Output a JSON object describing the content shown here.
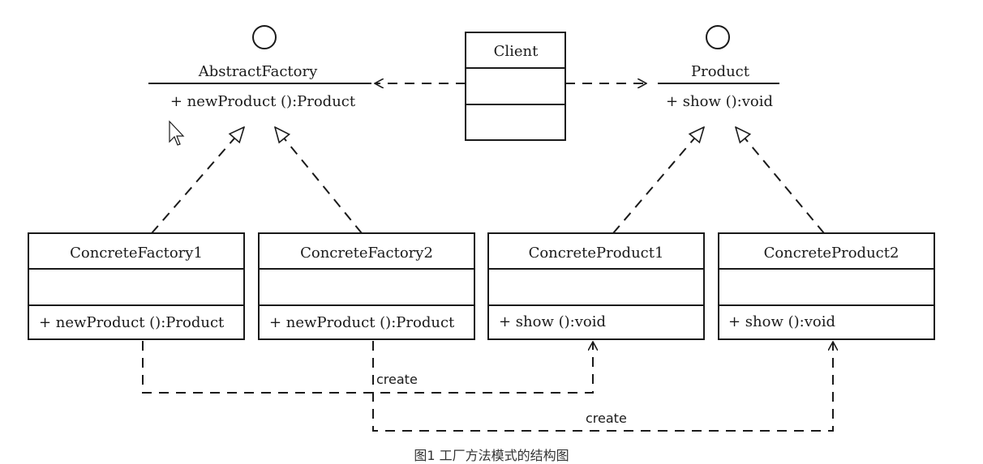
{
  "interfaces": {
    "abstract_factory": {
      "name": "AbstractFactory",
      "method": "+ newProduct ():Product"
    },
    "product": {
      "name": "Product",
      "method": "+ show ():void"
    }
  },
  "client": {
    "name": "Client"
  },
  "classes": {
    "concrete_factory_1": {
      "name": "ConcreteFactory1",
      "method": "+ newProduct ():Product"
    },
    "concrete_factory_2": {
      "name": "ConcreteFactory2",
      "method": "+ newProduct ():Product"
    },
    "concrete_product_1": {
      "name": "ConcreteProduct1",
      "method": "+ show ():void"
    },
    "concrete_product_2": {
      "name": "ConcreteProduct2",
      "method": "+ show ():void"
    }
  },
  "relations": {
    "create_1": "create",
    "create_2": "create"
  },
  "caption": "图1 工厂方法模式的结构图",
  "colors": {
    "line": "#1a1a1a",
    "background": "#ffffff"
  },
  "icons": {
    "cursor": "mouse-pointer-icon"
  }
}
